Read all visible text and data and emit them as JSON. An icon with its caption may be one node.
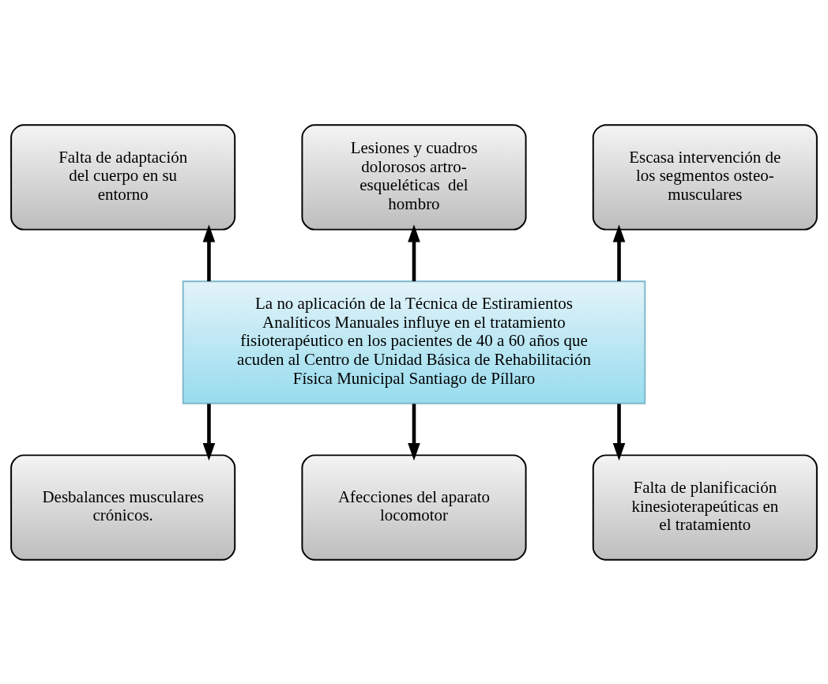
{
  "diagram": {
    "nodes": [
      {
        "text": [
          "Falta de adaptación del cuerpo en su entorno"
        ]
      },
      {
        "text": [
          "Lesiones y cuadros dolorosos artro-esqueléticas  del hombro"
        ]
      },
      {
        "text": [
          "Escasa intervención de los segmentos osteo-musculares"
        ]
      },
      {
        "text": [
          "La no aplicación de la Técnica de Estiramientos Analíticos Manuales influye en el tratamiento fisioterapéutico en los pacientes de 40 a 60 años que acuden al Centro de Unidad Básica de Rehabilitación Física Municipal Santiago de Píllaro"
        ]
      },
      {
        "text": [
          "Desbalances musculares crónicos."
        ]
      },
      {
        "text": [
          "Afecciones del aparato locomotor"
        ]
      },
      {
        "text": [
          "Falta de planificación kinesioterapeúticas en el tratamiento"
        ]
      }
    ],
    "edges": [
      {
        "from": 3,
        "to": 0,
        "arrow": "to"
      },
      {
        "from": 3,
        "to": 1,
        "arrow": "to"
      },
      {
        "from": 3,
        "to": 2,
        "arrow": "to"
      },
      {
        "from": 3,
        "to": 4,
        "arrow": "to"
      },
      {
        "from": 3,
        "to": 5,
        "arrow": "to"
      },
      {
        "from": 3,
        "to": 6,
        "arrow": "to"
      }
    ]
  }
}
